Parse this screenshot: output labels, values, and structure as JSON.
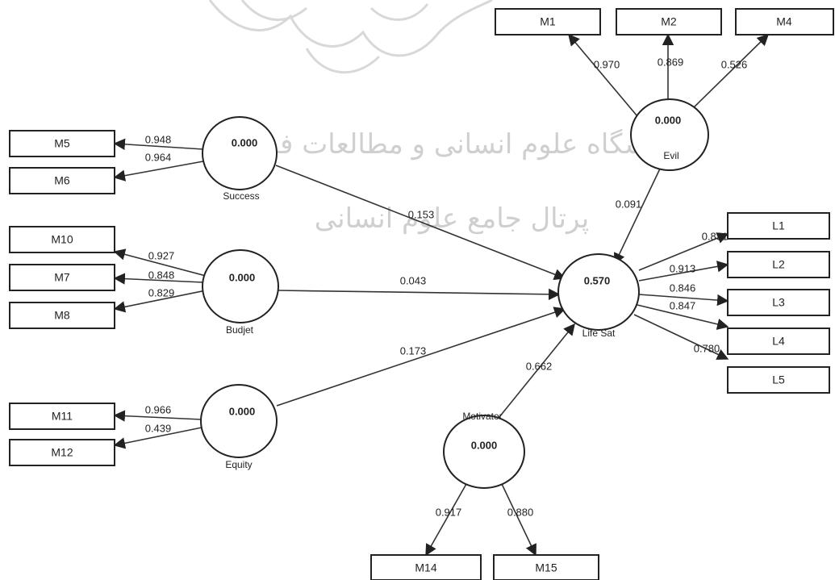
{
  "colors": {
    "stroke": "#222222",
    "background": "#ffffff",
    "watermark": "#cfcfcf"
  },
  "watermark": {
    "line1": "پژوهشگاه علوم انسانی و مطالعات فرهنگی",
    "line2": "پرتال جامع علوم انسانی"
  },
  "latents": {
    "success": {
      "name": "Success",
      "value": "0.000"
    },
    "budjet": {
      "name": "Budjet",
      "value": "0.000"
    },
    "equity": {
      "name": "Equity",
      "value": "0.000"
    },
    "evil": {
      "name": "Evil",
      "value": "0.000"
    },
    "motivator": {
      "name": "Motivator",
      "value": "0.000"
    },
    "lifesat": {
      "name": "Life Sat",
      "value": "0.570"
    }
  },
  "indicators": {
    "M1": "M1",
    "M2": "M2",
    "M4": "M4",
    "M5": "M5",
    "M6": "M6",
    "M10": "M10",
    "M7": "M7",
    "M8": "M8",
    "M11": "M11",
    "M12": "M12",
    "M14": "M14",
    "M15": "M15",
    "L1": "L1",
    "L2": "L2",
    "L3": "L3",
    "L4": "L4",
    "L5": "L5"
  },
  "loadings": {
    "evil_m1": "0.970",
    "evil_m2": "0.869",
    "evil_m4": "0.526",
    "success_m5": "0.948",
    "success_m6": "0.964",
    "budjet_m10": "0.927",
    "budjet_m7": "0.848",
    "budjet_m8": "0.829",
    "equity_m11": "0.966",
    "equity_m12": "0.439",
    "motivator_m14": "0.917",
    "motivator_m15": "0.880",
    "lifesat_l1": "0.831",
    "lifesat_l2": "0.913",
    "lifesat_l3": "0.846",
    "lifesat_l4": "0.847",
    "lifesat_l5": "0.780"
  },
  "paths": {
    "success_lifesat": "0.153",
    "budjet_lifesat": "0.043",
    "equity_lifesat": "0.173",
    "evil_lifesat": "0.091",
    "motivator_lifesat": "0.662"
  }
}
